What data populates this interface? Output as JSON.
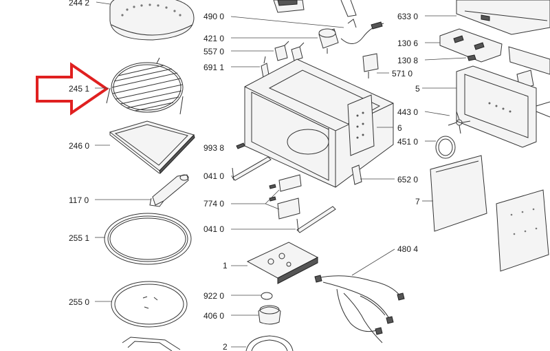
{
  "labels": {
    "p2442": "244 2",
    "p2451": "245 1",
    "p2460": "246 0",
    "p1170": "117 0",
    "p2551": "255 1",
    "p2550": "255 0",
    "p4900": "490 0",
    "p4210": "421 0",
    "p5570": "557 0",
    "p6911": "691 1",
    "p9938": "993 8",
    "p0410a": "041 0",
    "p7740": "774 0",
    "p0410b": "041 0",
    "p1": "1",
    "p9220": "922 0",
    "p4060": "406 0",
    "p2": "2",
    "p6330": "633 0",
    "p1306": "130 6",
    "p1308": "130 8",
    "p5710": "571 0",
    "p5": "5",
    "p4430": "443 0",
    "p6": "6",
    "p4510": "451 0",
    "p6520": "652 0",
    "p7": "7",
    "p4804": "480 4"
  },
  "colors": {
    "highlight_arrow": "#e02020",
    "line": "#333333"
  }
}
